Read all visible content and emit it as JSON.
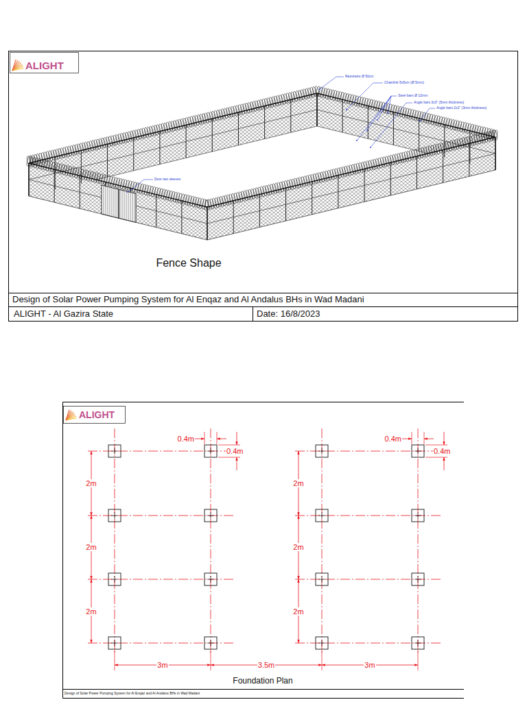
{
  "diagram": {
    "nodes": [
      {
        "text": [
          "Design of Solar Power Pumping System for Al Enqaz and Al Andalus BHs in Wad Madani"
        ]
      },
      {
        "text": [
          "ALIGHT - Al Gazira State"
        ]
      },
      {
        "text": [
          "Date: 16/8/2023"
        ]
      },
      {
        "text": [
          "Design of Solar Power Pumping System for Al Enqaz and Al Andalus BHs in Wad Madani"
        ]
      }
    ],
    "labels": [
      "ALIGHT",
      "Razorwire Ø 50cm",
      "Chainlink 5x5cm (Ø 5mm)",
      "Steel bars Ø 12mm",
      "Angle bars 3x3\" (5mm thickness)",
      "Angle bars 2x2\" (3mm thickness)",
      "Door two sleeves",
      "Fence Shape",
      "ALIGHT",
      "0.4m",
      "0.4m",
      "0.4m",
      "0.4m",
      "2m",
      "2m",
      "2m",
      "2m",
      "2m",
      "2m",
      "3m",
      "3.5m",
      "3m",
      "Foundation Plan"
    ]
  }
}
